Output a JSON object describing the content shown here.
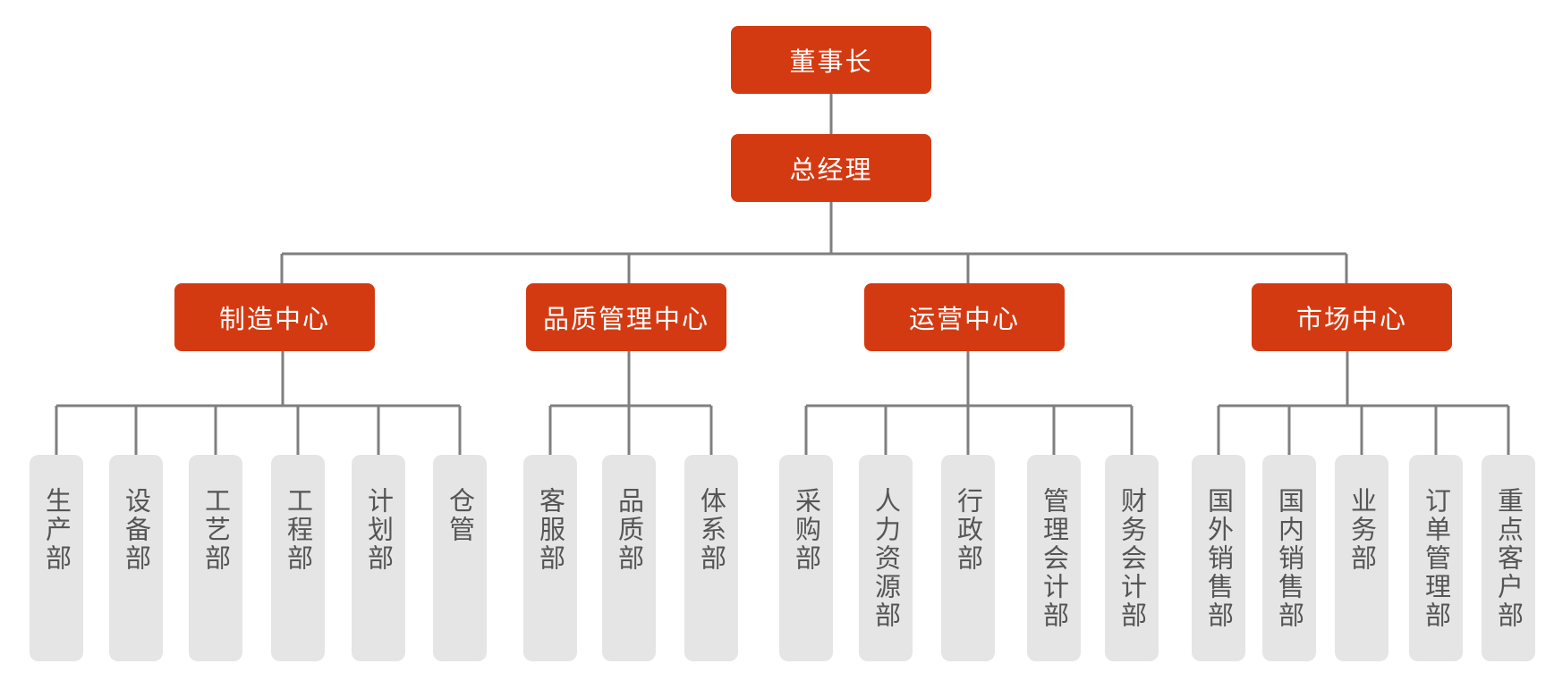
{
  "chairman": "董事长",
  "general_manager": "总经理",
  "centers": [
    {
      "name": "制造中心",
      "departments": [
        "生产部",
        "设备部",
        "工艺部",
        "工程部",
        "计划部",
        "仓管"
      ]
    },
    {
      "name": "品质管理中心",
      "departments": [
        "客服部",
        "品质部",
        "体系部"
      ]
    },
    {
      "name": "运营中心",
      "departments": [
        "采购部",
        "人力资源部",
        "行政部",
        "管理会计部",
        "财务会计部"
      ]
    },
    {
      "name": "市场中心",
      "departments": [
        "国外销售部",
        "国内销售部",
        "业务部",
        "订单管理部",
        "重点客户部"
      ]
    }
  ],
  "colors": {
    "box": "#d43a12",
    "box_text": "#ffffff",
    "dept_box": "#e5e5e5",
    "dept_text": "#555555",
    "line": "#7f7f7f"
  }
}
